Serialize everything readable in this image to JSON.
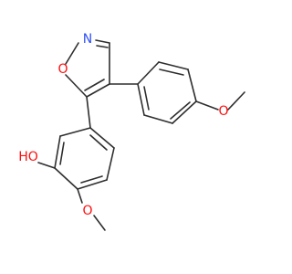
{
  "molecule": {
    "atoms": {
      "isoxazole_n": {
        "label": "N",
        "color": "#3050f8"
      },
      "isoxazole_o": {
        "label": "O",
        "color": "#ff0d0d"
      },
      "methoxy_o_top": {
        "label": "O",
        "color": "#ff0d0d"
      },
      "hydroxyl": {
        "label": "HO",
        "color": "#ff0d0d"
      },
      "methoxy_o_bottom": {
        "label": "O",
        "color": "#ff0d0d"
      }
    },
    "bond_color": "#2e2e2e"
  }
}
